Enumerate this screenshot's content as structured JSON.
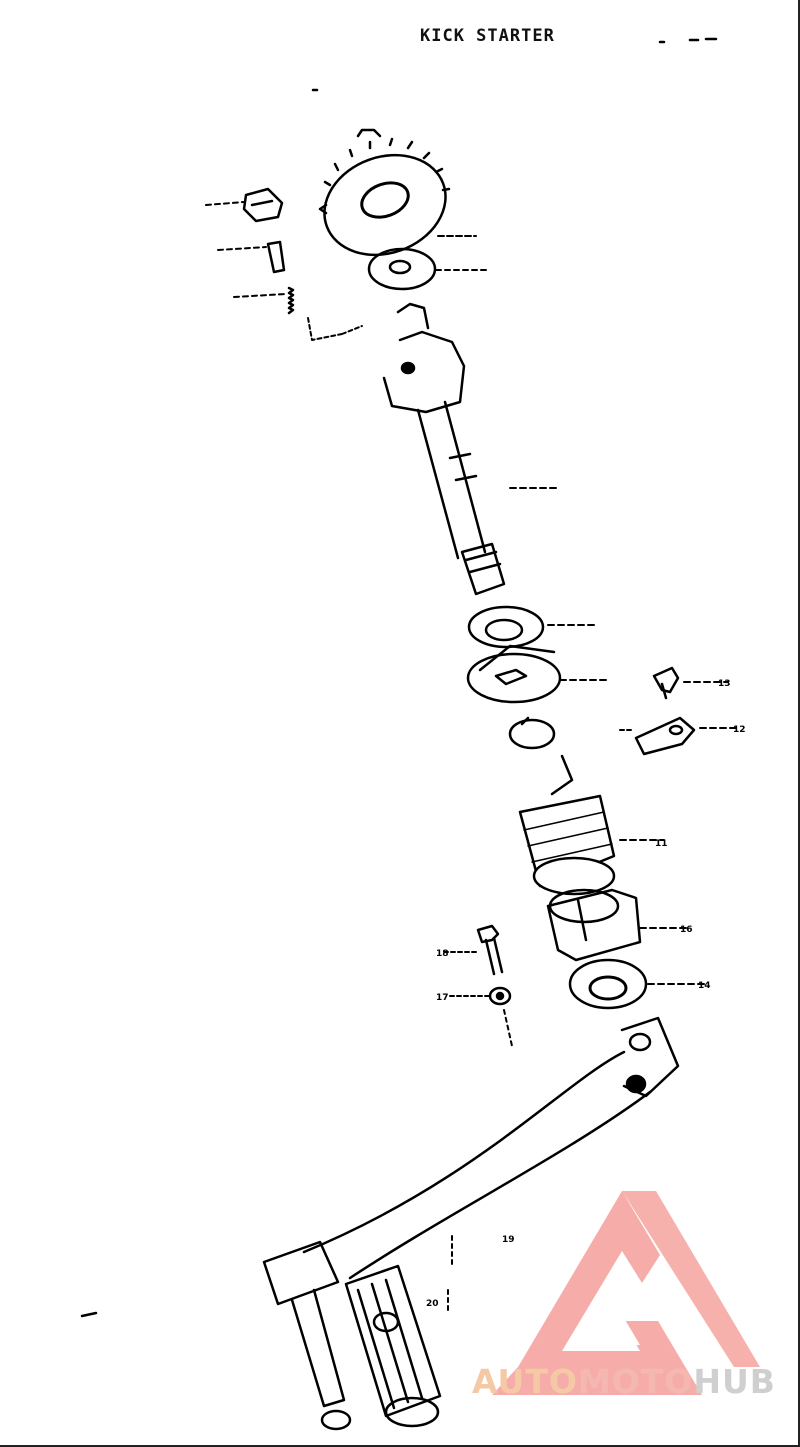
{
  "title": "KICK STARTER",
  "watermark": {
    "text_a": "AUTO",
    "text_b": "MOTO",
    "text_c": "HUB",
    "colors": {
      "auto": "#f6c9a6",
      "moto": "#f4b7b2",
      "hub": "#cfcfcf",
      "logo": "#f5a9a4"
    }
  },
  "callouts": [
    {
      "id": "c-11",
      "text": "11"
    },
    {
      "id": "c-12",
      "text": "12"
    },
    {
      "id": "c-13",
      "text": "13"
    },
    {
      "id": "c-14",
      "text": "14"
    },
    {
      "id": "c-16",
      "text": "16"
    },
    {
      "id": "c-17",
      "text": "17"
    },
    {
      "id": "c-18",
      "text": "18"
    },
    {
      "id": "c-19",
      "text": "19"
    },
    {
      "id": "c-20",
      "text": "20"
    }
  ]
}
